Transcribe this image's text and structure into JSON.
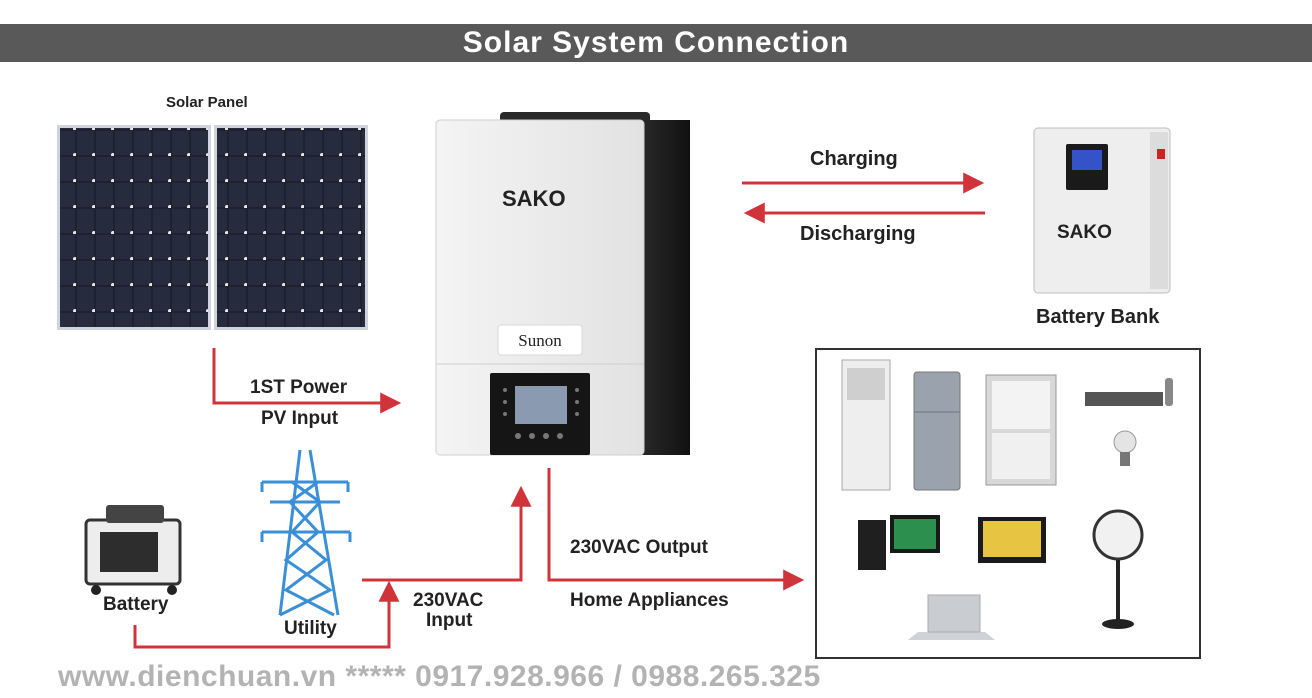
{
  "header": {
    "title": "Solar System Connection"
  },
  "labels": {
    "solar_panel": "Solar Panel",
    "pv_power": "1ST Power",
    "pv_input": "PV Input",
    "charging": "Charging",
    "discharging": "Discharging",
    "battery_bank": "Battery Bank",
    "ac_output": "230VAC Output",
    "home_appliances": "Home Appliances",
    "battery": "Battery",
    "utility": "Utility",
    "ac_input_line1": "230VAC",
    "ac_input_line2": "Input"
  },
  "inverter": {
    "brand": "SAKO",
    "model": "Sunon"
  },
  "battery_unit": {
    "brand": "SAKO"
  },
  "footer": {
    "text": "www.dienchuan.vn ***** 0917.928.966 / 0988.265.325"
  },
  "colors": {
    "arrow": "#d0343a",
    "title_bar": "#595959",
    "footer": "#b3b3b3",
    "tower": "#3a8fd6"
  }
}
